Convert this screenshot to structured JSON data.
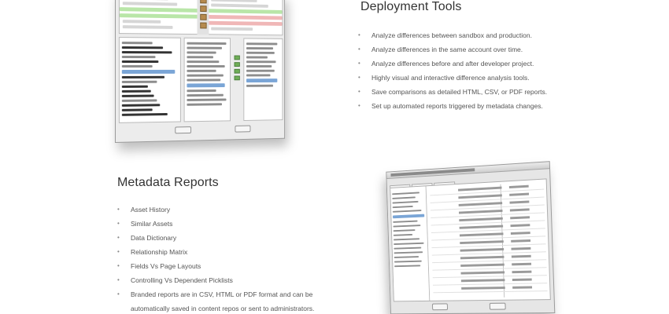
{
  "deployment": {
    "title": "Deployment Tools",
    "items": [
      "Analyze differences between sandbox and production.",
      "Analyze differences in the same account over time.",
      "Analyze differences before and after developer project.",
      "Highly visual and interactive difference analysis tools.",
      "Save comparisons as detailed HTML, CSV, or PDF reports.",
      "Set up automated reports triggered by metadata changes."
    ]
  },
  "metadata": {
    "title": "Metadata Reports",
    "items": [
      "Asset History",
      "Similar Assets",
      "Data Dictionary",
      "Relationship Matrix",
      "Fields Vs Page Layouts",
      "Controlling Vs Dependent Picklists",
      "Branded reports are in CSV, HTML or PDF format and can be automatically saved in content repos or sent to administrators."
    ]
  },
  "bullet_char": "•"
}
